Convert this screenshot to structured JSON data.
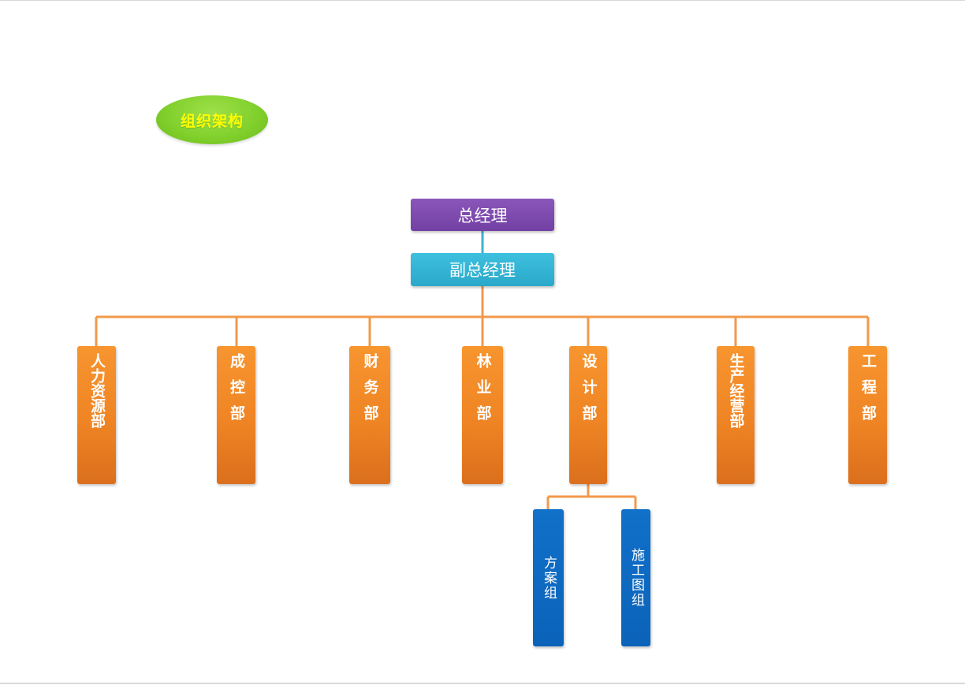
{
  "title": "组织架构",
  "top_nodes": {
    "general_manager": "总经理",
    "deputy_general_manager": "副总经理"
  },
  "departments": [
    "人力资源部",
    "成控部",
    "财务部",
    "林业部",
    "设计部",
    "生产经营部",
    "工程部"
  ],
  "design_subgroups": [
    "方案组",
    "施工图组"
  ],
  "colors": {
    "title_fill": "#7fcf2b",
    "title_text": "#ffff00",
    "general_manager_fill": "#7a48ad",
    "deputy_fill": "#33b3d3",
    "department_fill": "#f08a28",
    "subgroup_fill": "#0b66bd",
    "connector_orange": "#f2994a",
    "connector_teal": "#3ab3cf"
  }
}
